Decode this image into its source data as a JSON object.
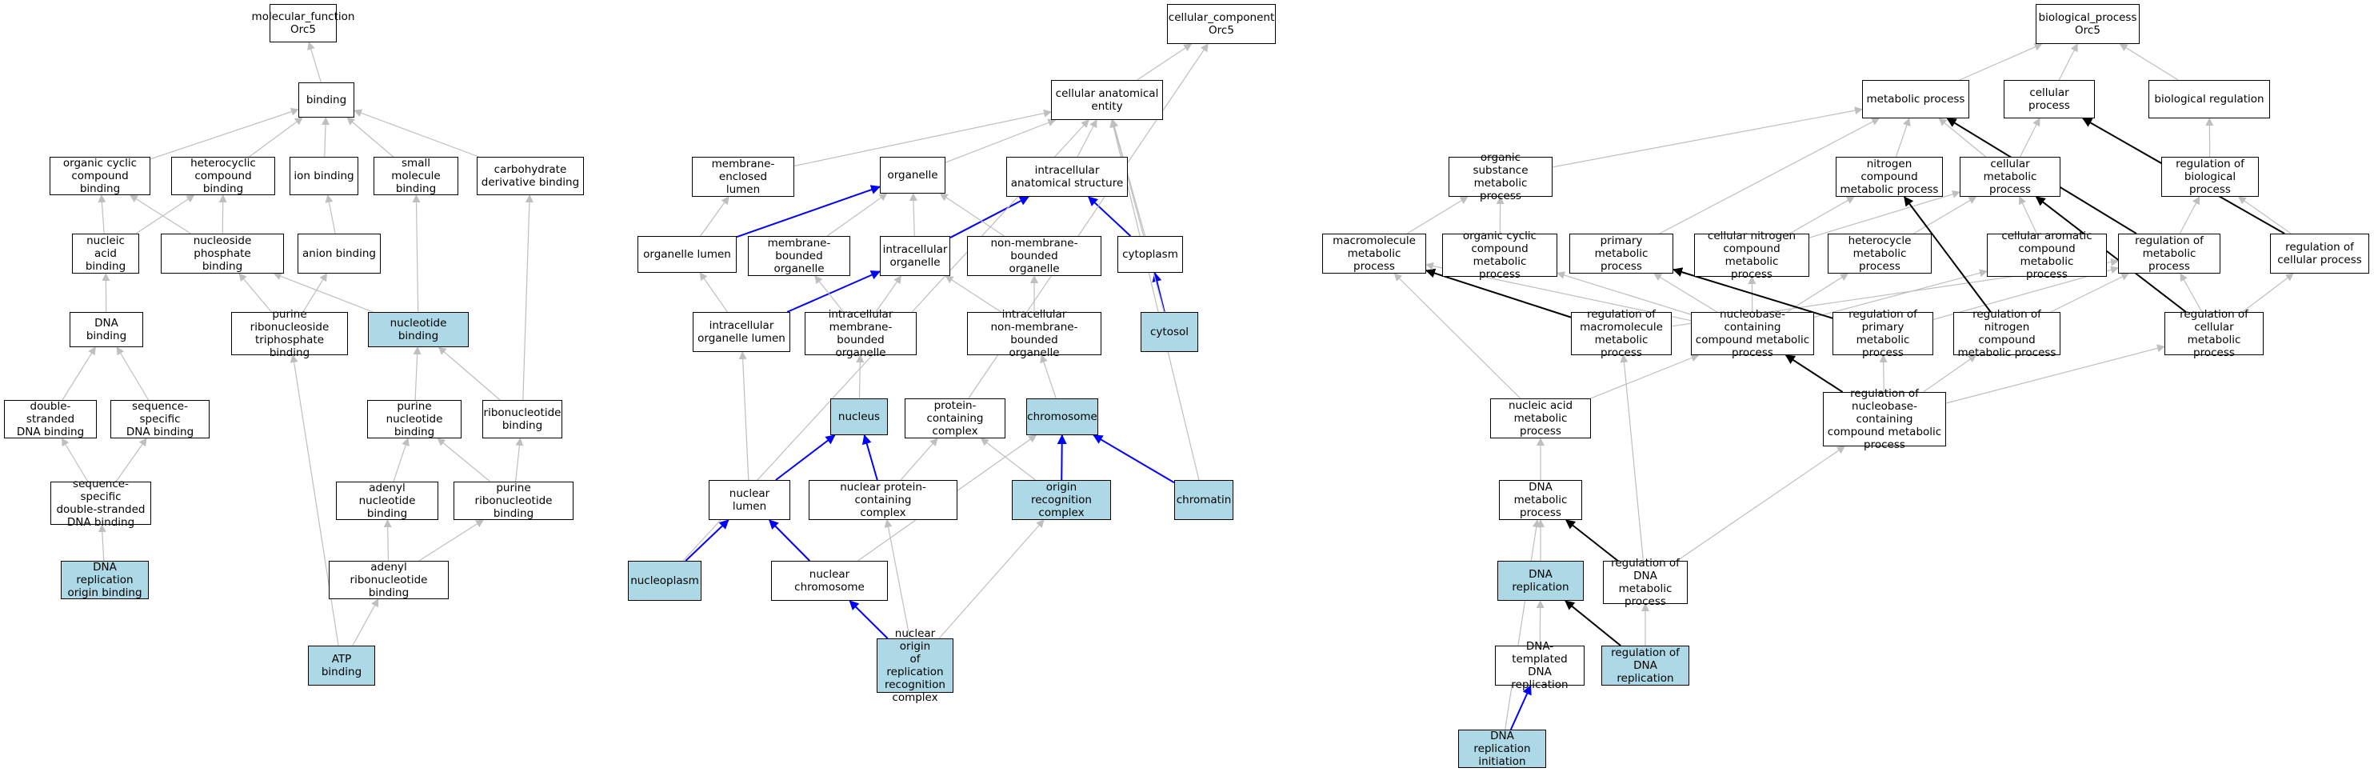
{
  "colors": {
    "highlight_fill": "#add8e6",
    "node_fill": "#ffffff",
    "edge_default": "#bfbfbf",
    "edge_blue": "#0000ff",
    "edge_black": "#000000"
  },
  "nodes": {
    "mf_root": {
      "label": "molecular_function\nOrc5",
      "highlight": false
    },
    "binding": {
      "label": "binding",
      "highlight": false
    },
    "org_cyclic_binding": {
      "label": "organic cyclic\ncompound binding",
      "highlight": false
    },
    "hetero_binding": {
      "label": "heterocyclic\ncompound binding",
      "highlight": false
    },
    "ion_binding": {
      "label": "ion binding",
      "highlight": false
    },
    "small_mol_binding": {
      "label": "small molecule\nbinding",
      "highlight": false
    },
    "carb_binding": {
      "label": "carbohydrate\nderivative binding",
      "highlight": false
    },
    "nucleic_acid_binding": {
      "label": "nucleic acid\nbinding",
      "highlight": false
    },
    "nucleoside_phos_binding": {
      "label": "nucleoside phosphate\nbinding",
      "highlight": false
    },
    "anion_binding": {
      "label": "anion binding",
      "highlight": false
    },
    "dna_binding": {
      "label": "DNA binding",
      "highlight": false
    },
    "purine_ntp_binding": {
      "label": "purine ribonucleoside\ntriphosphate\nbinding",
      "highlight": false
    },
    "nucleotide_binding": {
      "label": "nucleotide binding",
      "highlight": true
    },
    "ds_dna_binding": {
      "label": "double-stranded\nDNA binding",
      "highlight": false
    },
    "seq_dna_binding": {
      "label": "sequence-specific\nDNA binding",
      "highlight": false
    },
    "purine_nt_binding": {
      "label": "purine nucleotide\nbinding",
      "highlight": false
    },
    "ribonucleotide_binding": {
      "label": "ribonucleotide\nbinding",
      "highlight": false
    },
    "seq_ds_dna_binding": {
      "label": "sequence-specific\ndouble-stranded\nDNA binding",
      "highlight": false
    },
    "adenyl_nt_binding": {
      "label": "adenyl nucleotide\nbinding",
      "highlight": false
    },
    "purine_ribo_binding": {
      "label": "purine ribonucleotide\nbinding",
      "highlight": false
    },
    "dna_rep_origin_binding": {
      "label": "DNA replication\norigin binding",
      "highlight": true
    },
    "adenyl_ribo_binding": {
      "label": "adenyl ribonucleotide\nbinding",
      "highlight": false
    },
    "atp_binding": {
      "label": "ATP binding",
      "highlight": true
    },
    "cc_root": {
      "label": "cellular_component\nOrc5",
      "highlight": false
    },
    "cae": {
      "label": "cellular anatomical\nentity",
      "highlight": false
    },
    "mem_enclosed_lumen": {
      "label": "membrane-enclosed\nlumen",
      "highlight": false
    },
    "organelle": {
      "label": "organelle",
      "highlight": false
    },
    "intra_anat": {
      "label": "intracellular\nanatomical structure",
      "highlight": false
    },
    "organelle_lumen": {
      "label": "organelle lumen",
      "highlight": false
    },
    "mem_bound_org": {
      "label": "membrane-bounded\norganelle",
      "highlight": false
    },
    "intra_org": {
      "label": "intracellular\norganelle",
      "highlight": false
    },
    "non_mem_org": {
      "label": "non-membrane-bounded\norganelle",
      "highlight": false
    },
    "cytoplasm": {
      "label": "cytoplasm",
      "highlight": false
    },
    "intra_org_lumen": {
      "label": "intracellular\norganelle lumen",
      "highlight": false
    },
    "intra_mem_org": {
      "label": "intracellular\nmembrane-bounded\norganelle",
      "highlight": false
    },
    "intra_non_mem_org": {
      "label": "intracellular\nnon-membrane-bounded\norganelle",
      "highlight": false
    },
    "cytosol": {
      "label": "cytosol",
      "highlight": true
    },
    "nucleus": {
      "label": "nucleus",
      "highlight": true
    },
    "protein_complex": {
      "label": "protein-containing\ncomplex",
      "highlight": false
    },
    "chromosome": {
      "label": "chromosome",
      "highlight": true
    },
    "nuclear_lumen": {
      "label": "nuclear lumen",
      "highlight": false
    },
    "nuclear_protein_complex": {
      "label": "nuclear protein-containing\ncomplex",
      "highlight": false
    },
    "orc": {
      "label": "origin recognition\ncomplex",
      "highlight": true
    },
    "chromatin": {
      "label": "chromatin",
      "highlight": true
    },
    "nucleoplasm": {
      "label": "nucleoplasm",
      "highlight": true
    },
    "nuclear_chromosome": {
      "label": "nuclear chromosome",
      "highlight": false
    },
    "nuclear_orc": {
      "label": "nuclear origin\nof replication\nrecognition\ncomplex",
      "highlight": true
    },
    "bp_root": {
      "label": "biological_process\nOrc5",
      "highlight": false
    },
    "metabolic": {
      "label": "metabolic process",
      "highlight": false
    },
    "cellular_process": {
      "label": "cellular process",
      "highlight": false
    },
    "bio_reg": {
      "label": "biological regulation",
      "highlight": false
    },
    "org_subst_met": {
      "label": "organic substance\nmetabolic process",
      "highlight": false
    },
    "nitrogen_met": {
      "label": "nitrogen compound\nmetabolic process",
      "highlight": false
    },
    "cell_met": {
      "label": "cellular metabolic\nprocess",
      "highlight": false
    },
    "reg_bio": {
      "label": "regulation of\nbiological process",
      "highlight": false
    },
    "macro_met": {
      "label": "macromolecule\nmetabolic process",
      "highlight": false
    },
    "org_cyclic_met": {
      "label": "organic cyclic\ncompound metabolic\nprocess",
      "highlight": false
    },
    "primary_met": {
      "label": "primary metabolic\nprocess",
      "highlight": false
    },
    "cell_nitrogen_met": {
      "label": "cellular nitrogen\ncompound metabolic\nprocess",
      "highlight": false
    },
    "heterocycle_met": {
      "label": "heterocycle\nmetabolic process",
      "highlight": false
    },
    "cell_arom_met": {
      "label": "cellular aromatic\ncompound metabolic\nprocess",
      "highlight": false
    },
    "reg_met": {
      "label": "regulation of\nmetabolic process",
      "highlight": false
    },
    "reg_cell": {
      "label": "regulation of\ncellular process",
      "highlight": false
    },
    "reg_macro_met": {
      "label": "regulation of\nmacromolecule\nmetabolic process",
      "highlight": false
    },
    "nucleobase_met": {
      "label": "nucleobase-containing\ncompound metabolic\nprocess",
      "highlight": false
    },
    "reg_primary_met": {
      "label": "regulation of\nprimary metabolic\nprocess",
      "highlight": false
    },
    "reg_nitrogen_met": {
      "label": "regulation of\nnitrogen compound\nmetabolic process",
      "highlight": false
    },
    "reg_cell_met": {
      "label": "regulation of\ncellular metabolic\nprocess",
      "highlight": false
    },
    "nucleic_acid_met": {
      "label": "nucleic acid\nmetabolic process",
      "highlight": false
    },
    "reg_nucleobase_met": {
      "label": "regulation of\nnucleobase-containing\ncompound metabolic\nprocess",
      "highlight": false
    },
    "dna_met": {
      "label": "DNA metabolic\nprocess",
      "highlight": false
    },
    "dna_replication": {
      "label": "DNA replication",
      "highlight": true
    },
    "reg_dna_met": {
      "label": "regulation of\nDNA metabolic\nprocess",
      "highlight": false
    },
    "dna_templated_rep": {
      "label": "DNA-templated\nDNA replication",
      "highlight": false
    },
    "reg_dna_rep": {
      "label": "regulation of\nDNA replication",
      "highlight": true
    },
    "dna_rep_init": {
      "label": "DNA replication\ninitiation",
      "highlight": true
    }
  },
  "edges": [
    [
      "binding",
      "mf_root",
      "g"
    ],
    [
      "org_cyclic_binding",
      "binding",
      "g"
    ],
    [
      "hetero_binding",
      "binding",
      "g"
    ],
    [
      "ion_binding",
      "binding",
      "g"
    ],
    [
      "small_mol_binding",
      "binding",
      "g"
    ],
    [
      "carb_binding",
      "binding",
      "g"
    ],
    [
      "nucleic_acid_binding",
      "org_cyclic_binding",
      "g"
    ],
    [
      "nucleic_acid_binding",
      "hetero_binding",
      "g"
    ],
    [
      "nucleoside_phos_binding",
      "org_cyclic_binding",
      "g"
    ],
    [
      "nucleoside_phos_binding",
      "hetero_binding",
      "g"
    ],
    [
      "anion_binding",
      "ion_binding",
      "g"
    ],
    [
      "dna_binding",
      "nucleic_acid_binding",
      "g"
    ],
    [
      "purine_ntp_binding",
      "nucleoside_phos_binding",
      "g"
    ],
    [
      "purine_ntp_binding",
      "anion_binding",
      "g"
    ],
    [
      "nucleotide_binding",
      "small_mol_binding",
      "g"
    ],
    [
      "nucleotide_binding",
      "nucleoside_phos_binding",
      "g"
    ],
    [
      "ds_dna_binding",
      "dna_binding",
      "g"
    ],
    [
      "seq_dna_binding",
      "dna_binding",
      "g"
    ],
    [
      "purine_nt_binding",
      "nucleotide_binding",
      "g"
    ],
    [
      "ribonucleotide_binding",
      "nucleotide_binding",
      "g"
    ],
    [
      "ribonucleotide_binding",
      "carb_binding",
      "g"
    ],
    [
      "seq_ds_dna_binding",
      "ds_dna_binding",
      "g"
    ],
    [
      "seq_ds_dna_binding",
      "seq_dna_binding",
      "g"
    ],
    [
      "adenyl_nt_binding",
      "purine_nt_binding",
      "g"
    ],
    [
      "purine_ribo_binding",
      "purine_nt_binding",
      "g"
    ],
    [
      "purine_ribo_binding",
      "ribonucleotide_binding",
      "g"
    ],
    [
      "dna_rep_origin_binding",
      "seq_ds_dna_binding",
      "g"
    ],
    [
      "adenyl_ribo_binding",
      "adenyl_nt_binding",
      "g"
    ],
    [
      "adenyl_ribo_binding",
      "purine_ribo_binding",
      "g"
    ],
    [
      "atp_binding",
      "adenyl_ribo_binding",
      "g"
    ],
    [
      "atp_binding",
      "purine_ntp_binding",
      "g"
    ],
    [
      "cae",
      "cc_root",
      "g"
    ],
    [
      "mem_enclosed_lumen",
      "cae",
      "g"
    ],
    [
      "organelle",
      "cae",
      "g"
    ],
    [
      "intra_anat",
      "cae",
      "g"
    ],
    [
      "organelle_lumen",
      "organelle",
      "b"
    ],
    [
      "organelle_lumen",
      "mem_enclosed_lumen",
      "g"
    ],
    [
      "mem_bound_org",
      "organelle",
      "g"
    ],
    [
      "intra_org",
      "organelle",
      "g"
    ],
    [
      "intra_org",
      "intra_anat",
      "b"
    ],
    [
      "non_mem_org",
      "organelle",
      "g"
    ],
    [
      "cytoplasm",
      "intra_anat",
      "b"
    ],
    [
      "cytoplasm",
      "cae",
      "g"
    ],
    [
      "intra_org_lumen",
      "organelle_lumen",
      "g"
    ],
    [
      "intra_org_lumen",
      "intra_org",
      "b"
    ],
    [
      "intra_mem_org",
      "mem_bound_org",
      "g"
    ],
    [
      "intra_mem_org",
      "intra_org",
      "g"
    ],
    [
      "intra_non_mem_org",
      "non_mem_org",
      "g"
    ],
    [
      "intra_non_mem_org",
      "intra_org",
      "g"
    ],
    [
      "cytosol",
      "cytoplasm",
      "b"
    ],
    [
      "cytosol",
      "cae",
      "g"
    ],
    [
      "nucleus",
      "intra_mem_org",
      "g"
    ],
    [
      "protein_complex",
      "cc_root",
      "g"
    ],
    [
      "chromosome",
      "intra_non_mem_org",
      "g"
    ],
    [
      "nuclear_lumen",
      "nucleus",
      "b"
    ],
    [
      "nuclear_lumen",
      "intra_org_lumen",
      "g"
    ],
    [
      "nuclear_protein_complex",
      "nucleus",
      "b"
    ],
    [
      "nuclear_protein_complex",
      "protein_complex",
      "g"
    ],
    [
      "orc",
      "chromosome",
      "b"
    ],
    [
      "orc",
      "protein_complex",
      "g"
    ],
    [
      "chromatin",
      "chromosome",
      "b"
    ],
    [
      "chromatin",
      "cae",
      "g"
    ],
    [
      "nucleoplasm",
      "nuclear_lumen",
      "b"
    ],
    [
      "nucleoplasm",
      "cae",
      "g"
    ],
    [
      "nuclear_chromosome",
      "nuclear_lumen",
      "b"
    ],
    [
      "nuclear_chromosome",
      "chromosome",
      "g"
    ],
    [
      "nuclear_orc",
      "nuclear_chromosome",
      "b"
    ],
    [
      "nuclear_orc",
      "orc",
      "g"
    ],
    [
      "nuclear_orc",
      "nuclear_protein_complex",
      "g"
    ],
    [
      "metabolic",
      "bp_root",
      "g"
    ],
    [
      "cellular_process",
      "bp_root",
      "g"
    ],
    [
      "bio_reg",
      "bp_root",
      "g"
    ],
    [
      "org_subst_met",
      "metabolic",
      "g"
    ],
    [
      "nitrogen_met",
      "metabolic",
      "g"
    ],
    [
      "cell_met",
      "metabolic",
      "g"
    ],
    [
      "cell_met",
      "cellular_process",
      "g"
    ],
    [
      "reg_bio",
      "bio_reg",
      "g"
    ],
    [
      "macro_met",
      "org_subst_met",
      "g"
    ],
    [
      "org_cyclic_met",
      "org_subst_met",
      "g"
    ],
    [
      "primary_met",
      "metabolic",
      "g"
    ],
    [
      "cell_nitrogen_met",
      "nitrogen_met",
      "g"
    ],
    [
      "cell_nitrogen_met",
      "cell_met",
      "g"
    ],
    [
      "heterocycle_met",
      "cell_met",
      "g"
    ],
    [
      "cell_arom_met",
      "cell_met",
      "g"
    ],
    [
      "reg_met",
      "metabolic",
      "k"
    ],
    [
      "reg_met",
      "reg_bio",
      "g"
    ],
    [
      "reg_cell",
      "cellular_process",
      "k"
    ],
    [
      "reg_cell",
      "reg_bio",
      "g"
    ],
    [
      "reg_macro_met",
      "macro_met",
      "k"
    ],
    [
      "reg_macro_met",
      "reg_met",
      "g"
    ],
    [
      "nucleobase_met",
      "macro_met",
      "g"
    ],
    [
      "nucleobase_met",
      "org_cyclic_met",
      "g"
    ],
    [
      "nucleobase_met",
      "primary_met",
      "g"
    ],
    [
      "nucleobase_met",
      "cell_nitrogen_met",
      "g"
    ],
    [
      "nucleobase_met",
      "heterocycle_met",
      "g"
    ],
    [
      "nucleobase_met",
      "cell_arom_met",
      "g"
    ],
    [
      "reg_primary_met",
      "primary_met",
      "k"
    ],
    [
      "reg_primary_met",
      "reg_met",
      "g"
    ],
    [
      "reg_nitrogen_met",
      "nitrogen_met",
      "k"
    ],
    [
      "reg_nitrogen_met",
      "reg_met",
      "g"
    ],
    [
      "reg_cell_met",
      "cell_met",
      "k"
    ],
    [
      "reg_cell_met",
      "reg_met",
      "g"
    ],
    [
      "reg_cell_met",
      "reg_cell",
      "g"
    ],
    [
      "nucleic_acid_met",
      "nucleobase_met",
      "g"
    ],
    [
      "nucleic_acid_met",
      "macro_met",
      "g"
    ],
    [
      "reg_nucleobase_met",
      "nucleobase_met",
      "k"
    ],
    [
      "reg_nucleobase_met",
      "reg_nitrogen_met",
      "g"
    ],
    [
      "reg_nucleobase_met",
      "reg_primary_met",
      "g"
    ],
    [
      "reg_nucleobase_met",
      "reg_cell_met",
      "g"
    ],
    [
      "dna_met",
      "nucleic_acid_met",
      "g"
    ],
    [
      "dna_replication",
      "dna_met",
      "g"
    ],
    [
      "reg_dna_met",
      "dna_met",
      "k"
    ],
    [
      "reg_dna_met",
      "reg_macro_met",
      "g"
    ],
    [
      "reg_dna_met",
      "reg_nucleobase_met",
      "g"
    ],
    [
      "dna_templated_rep",
      "dna_replication",
      "g"
    ],
    [
      "reg_dna_rep",
      "dna_replication",
      "k"
    ],
    [
      "reg_dna_rep",
      "reg_dna_met",
      "g"
    ],
    [
      "dna_rep_init",
      "dna_templated_rep",
      "b"
    ],
    [
      "dna_rep_init",
      "dna_met",
      "g"
    ]
  ]
}
